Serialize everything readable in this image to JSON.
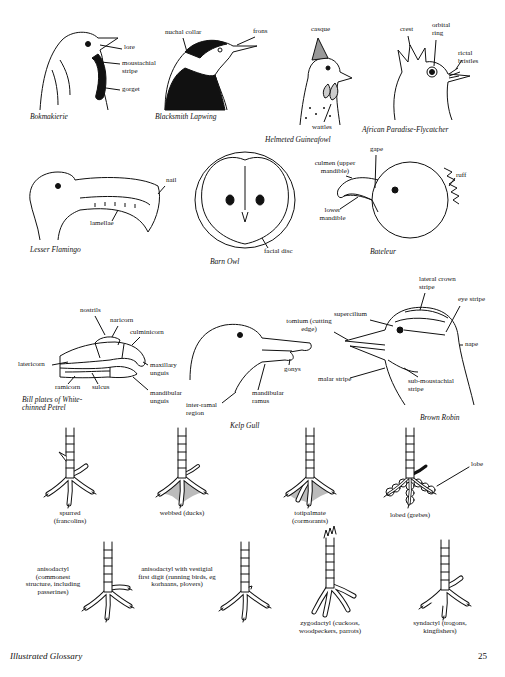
{
  "diagram": {
    "labels": [
      "nuchal collar",
      "frons",
      "casque",
      "crest",
      "orbital ring",
      "lore",
      "moustachial stripe",
      "rictal bristles",
      "gorget",
      "wattles",
      "Bokmakierie",
      "Blacksmith Lapwing",
      "Helmeted Guineafowl",
      "African Paradise-Flycatcher",
      "nail",
      "gape",
      "culmen (upper mandible)",
      "ruff",
      "lamellae",
      "lower mandible",
      "facial disc",
      "Lesser Flamingo",
      "Barn Owl",
      "Bateleur",
      "supercilium",
      "lateral crown stripe",
      "eye stripe",
      "tomium (cutting edge)",
      "nape",
      "nostrils",
      "naricorn",
      "culminicorn",
      "latericorn",
      "ramicorn",
      "sulcus",
      "maxillary unguis",
      "mandibular unguis",
      "Bill plates of White-chinned Petrel",
      "gonys",
      "malar stripe",
      "sub-moustachial stripe",
      "mandibular ramus",
      "inter-ramal region",
      "Kelp Gull",
      "Brown Robin",
      "spurred (francolins)",
      "webbed (ducks)",
      "totipalmate (cormorants)",
      "lobed (grebes)",
      "lobe",
      "anisodactyl (commonest structure, including passerines)",
      "anisodactyl with vestigial first digit (running birds, eg korhaans, plovers)",
      "zygodactyl (cuckoos, woodpeckers, parrots)",
      "syndactyl (trogons, kingfishers)",
      "Illustrated Glossary",
      "25"
    ]
  }
}
